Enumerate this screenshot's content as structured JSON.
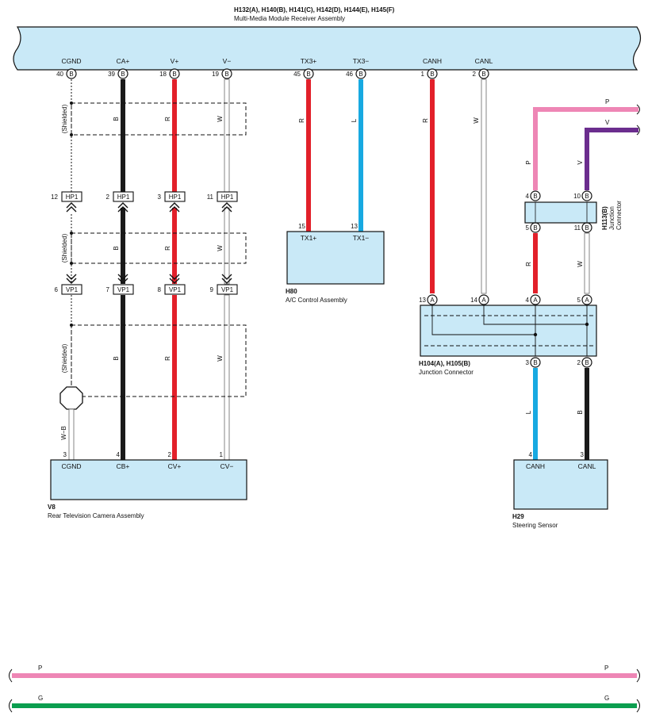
{
  "main_unit": {
    "codes": "H132(A), H140(B), H141(C), H142(D), H144(E), H145(F)",
    "name": "Multi-Media Module Receiver Assembly",
    "pins": [
      {
        "label": "CGND",
        "num": "40",
        "conn": "B"
      },
      {
        "label": "CA+",
        "num": "39",
        "conn": "B"
      },
      {
        "label": "V+",
        "num": "18",
        "conn": "B"
      },
      {
        "label": "V−",
        "num": "19",
        "conn": "B"
      },
      {
        "label": "TX3+",
        "num": "45",
        "conn": "B"
      },
      {
        "label": "TX3−",
        "num": "46",
        "conn": "B"
      },
      {
        "label": "CANH",
        "num": "1",
        "conn": "B"
      },
      {
        "label": "CANL",
        "num": "2",
        "conn": "B"
      }
    ]
  },
  "shielded_label": "(Shielded)",
  "connectors": {
    "hp1": {
      "name": "HP1",
      "pins": [
        "12",
        "2",
        "3",
        "11"
      ]
    },
    "vp1": {
      "name": "VP1",
      "pins": [
        "6",
        "7",
        "8",
        "9"
      ]
    }
  },
  "wire_colors": {
    "b": "B",
    "r": "R",
    "w": "W",
    "l": "L",
    "p": "P",
    "v": "V",
    "wb": "W−B",
    "g": "G"
  },
  "colors": {
    "black": "#1a1a1a",
    "red": "#e2202a",
    "blue": "#17a9e1",
    "pink": "#ee86b5",
    "purple": "#6b2d8e",
    "green": "#0b9e4f",
    "box_fill": "#c9e9f7"
  },
  "v8": {
    "code": "V8",
    "name": "Rear Television Camera Assembly",
    "pins": [
      {
        "num": "3",
        "label": "CGND"
      },
      {
        "num": "4",
        "label": "CB+"
      },
      {
        "num": "2",
        "label": "CV+"
      },
      {
        "num": "1",
        "label": "CV−"
      }
    ]
  },
  "h80": {
    "code": "H80",
    "name": "A/C Control Assembly",
    "pins": [
      {
        "num": "15",
        "label": "TX1+"
      },
      {
        "num": "13",
        "label": "TX1−"
      }
    ]
  },
  "h104": {
    "code": "H104(A), H105(B)",
    "name": "Junction Connector",
    "top_pins": [
      {
        "num": "13",
        "conn": "A"
      },
      {
        "num": "14",
        "conn": "A"
      },
      {
        "num": "4",
        "conn": "A"
      },
      {
        "num": "5",
        "conn": "A"
      }
    ],
    "bottom_pins": [
      {
        "num": "3",
        "conn": "B"
      },
      {
        "num": "2",
        "conn": "B"
      }
    ]
  },
  "h113": {
    "code": "H113(B)",
    "name_line1": "Junction",
    "name_line2": "Connector",
    "top_pins": [
      {
        "num": "4",
        "conn": "B"
      },
      {
        "num": "10",
        "conn": "B"
      }
    ],
    "bottom_pins": [
      {
        "num": "5",
        "conn": "B"
      },
      {
        "num": "11",
        "conn": "B"
      }
    ]
  },
  "h29": {
    "code": "H29",
    "name": "Steering Sensor",
    "pins": [
      {
        "num": "4",
        "label": "CANH"
      },
      {
        "num": "3",
        "label": "CANL"
      }
    ]
  }
}
